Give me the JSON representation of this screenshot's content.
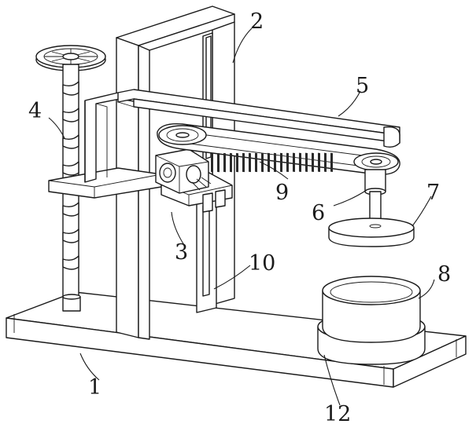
{
  "labels": {
    "l1": "1",
    "l2": "2",
    "l3": "3",
    "l4": "4",
    "l5": "5",
    "l6": "6",
    "l7": "7",
    "l8": "8",
    "l9": "9",
    "l10": "10",
    "l12": "12"
  },
  "colors": {
    "line": "#1a1a1a",
    "background": "#ffffff"
  }
}
